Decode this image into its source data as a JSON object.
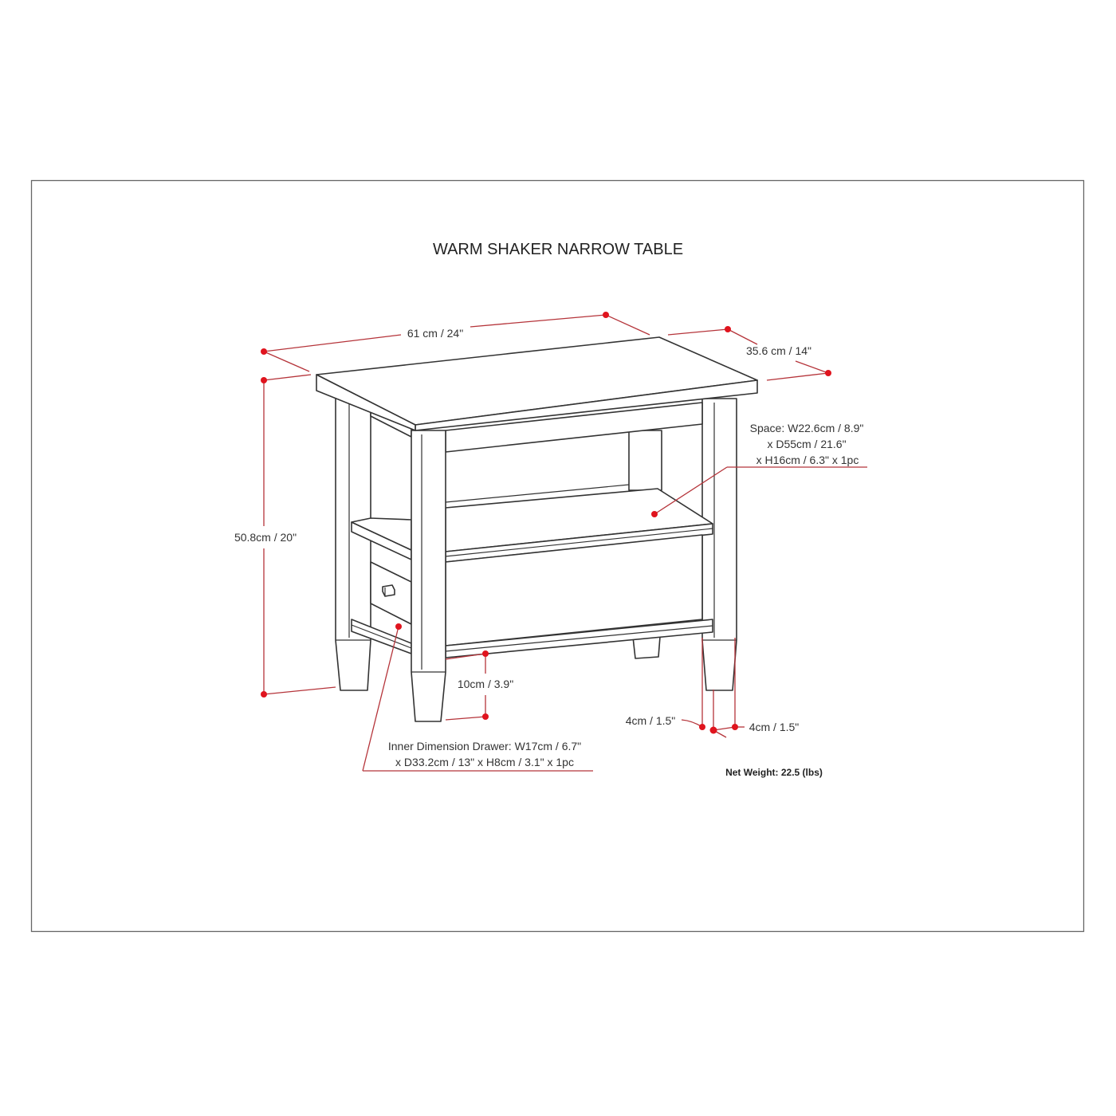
{
  "title": "WARM SHAKER NARROW TABLE",
  "dimensions": {
    "width": "61 cm / 24\"",
    "depth": "35.6 cm / 14\"",
    "height": "50.8cm / 20\"",
    "leg_clearance": "10cm / 3.9\"",
    "leg_width_left": "4cm / 1.5\"",
    "leg_width_right": "4cm / 1.5\""
  },
  "space": {
    "line1": "Space: W22.6cm / 8.9\"",
    "line2": "x D55cm / 21.6\"",
    "line3": "x H16cm / 6.3\" x 1pc"
  },
  "drawer": {
    "line1": "Inner Dimension Drawer: W17cm / 6.7\"",
    "line2": "x D33.2cm / 13\" x H8cm / 3.1\" x 1pc"
  },
  "net_weight": "Net Weight:  22.5 (lbs)",
  "colors": {
    "dimension_line": "#b5343a",
    "dimension_dot": "#e0141e",
    "outline": "#333333"
  }
}
